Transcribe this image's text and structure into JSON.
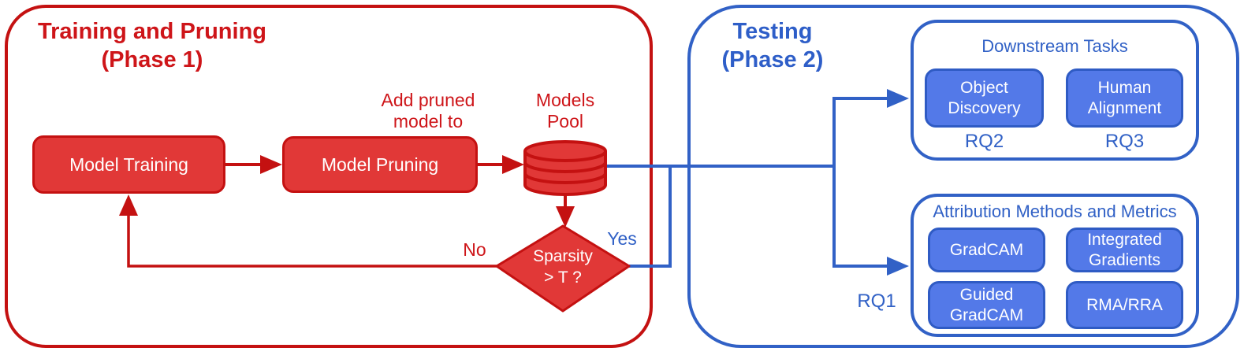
{
  "colors": {
    "red_line": "#C41111",
    "red_fill": "#E13837",
    "red_text": "#CE1519",
    "blue_line": "#3161C6",
    "blue_fill": "#5379E8",
    "blue_box_border": "#2F5BC4",
    "blue_text": "#2E5EC8"
  },
  "phase1": {
    "title": {
      "line1": "Training and Pruning",
      "line2": "(Phase 1)"
    },
    "model_training": "Model Training",
    "model_pruning": "Model Pruning",
    "add_pruned": {
      "line1": "Add pruned",
      "line2": "model to"
    },
    "models_pool": {
      "line1": "Models",
      "line2": "Pool"
    },
    "decision": {
      "line1": "Sparsity",
      "line2": "> T ?"
    },
    "no_label": "No",
    "yes_label": "Yes"
  },
  "phase2": {
    "title": {
      "line1": "Testing",
      "line2": "(Phase 2)"
    },
    "downstream": {
      "title": "Downstream Tasks",
      "object_discovery": {
        "line1": "Object",
        "line2": "Discovery",
        "rq": "RQ2"
      },
      "human_alignment": {
        "line1": "Human",
        "line2": "Alignment",
        "rq": "RQ3"
      }
    },
    "attribution": {
      "title": "Attribution Methods and Metrics",
      "rq": "RQ1",
      "gradcam": "GradCAM",
      "integrated_gradients": {
        "line1": "Integrated",
        "line2": "Gradients"
      },
      "guided_gradcam": {
        "line1": "Guided",
        "line2": "GradCAM"
      },
      "rma_rra": "RMA/RRA"
    }
  }
}
